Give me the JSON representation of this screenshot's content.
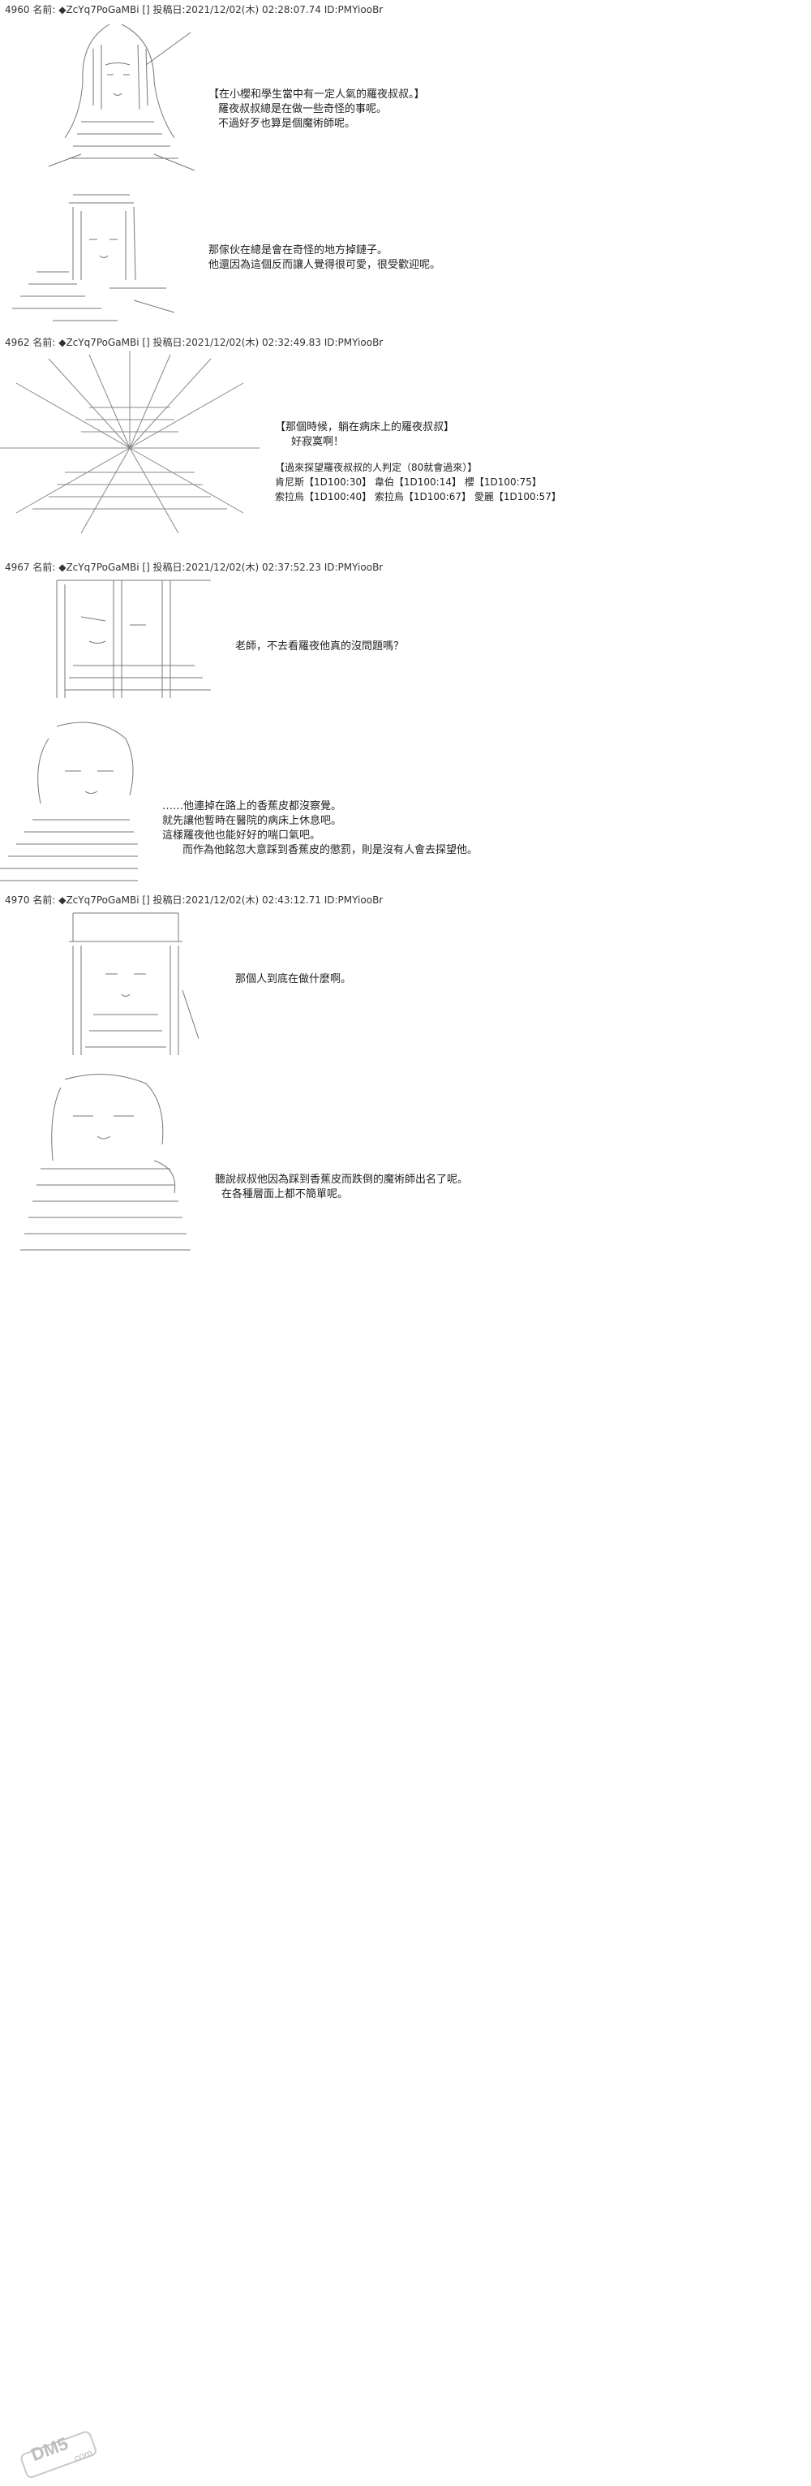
{
  "posts": [
    {
      "header": "4960 名前: ◆ZcYq7PoGaMBi [] 投稿日:2021/12/02(木) 02:28:07.74 ID:PMYiooBr"
    },
    {
      "header": "4962 名前: ◆ZcYq7PoGaMBi [] 投稿日:2021/12/02(木) 02:32:49.83 ID:PMYiooBr"
    },
    {
      "header": "4967 名前: ◆ZcYq7PoGaMBi [] 投稿日:2021/12/02(木) 02:37:52.23 ID:PMYiooBr"
    },
    {
      "header": "4970 名前: ◆ZcYq7PoGaMBi [] 投稿日:2021/12/02(木) 02:43:12.71 ID:PMYiooBr"
    }
  ],
  "dialogues": {
    "p1a": [
      "【在小櫻和學生當中有一定人氣的羅夜叔叔。】",
      "羅夜叔叔總是在做一些奇怪的事呢。",
      "不過好歹也算是個魔術師呢。"
    ],
    "p1b": [
      "那傢伙在總是會在奇怪的地方掉鏈子。",
      "他還因為這個反而讓人覺得很可愛，很受歡迎呢。"
    ],
    "p2a": [
      "【那個時候，躺在病床上的羅夜叔叔】",
      "好寂寞啊！"
    ],
    "p2b": [
      "【過來探望羅夜叔叔的人判定（80就會過來）】",
      "肯尼斯【1D100:30】 韋伯【1D100:14】 櫻【1D100:75】",
      "索拉烏【1D100:40】 索拉烏【1D100:67】 愛麗【1D100:57】"
    ],
    "p3a": [
      "老師，不去看羅夜他真的沒問題嗎？"
    ],
    "p3b": [
      "……他連掉在路上的香蕉皮都沒察覺。",
      "就先讓他暫時在醫院的病床上休息吧。",
      "這樣羅夜他也能好好的喘口氣吧。",
      "而作為他銘忽大意踩到香蕉皮的懲罰，則是沒有人會去探望他。"
    ],
    "p4a": [
      "那個人到底在做什麼啊。"
    ],
    "p4b": [
      "聽說叔叔他因為踩到香蕉皮而跌倒的魔術師出名了呢。",
      "在各種層面上都不簡單呢。"
    ]
  },
  "watermark": {
    "brand": "DM5",
    "site": ".com"
  }
}
